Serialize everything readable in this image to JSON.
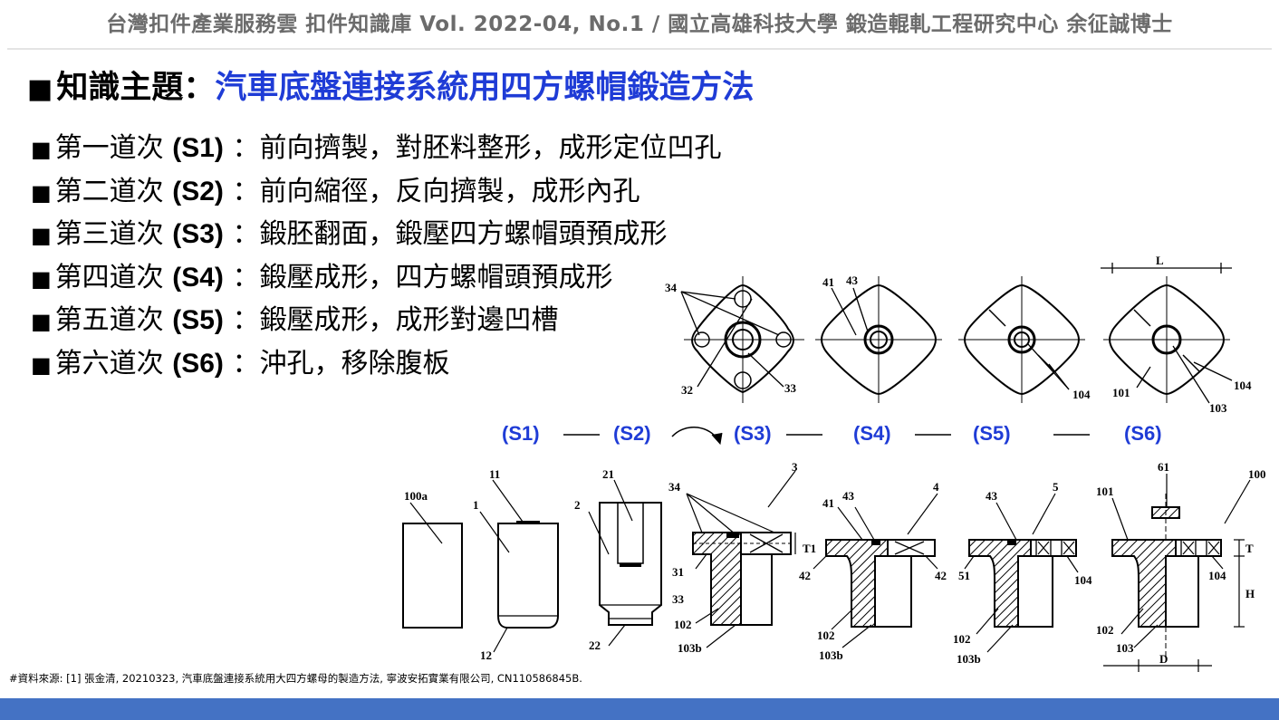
{
  "header": {
    "text": "台灣扣件產業服務雲 扣件知識庫 Vol. 2022-04, No.1  /  國立高雄科技大學  鍛造輥軋工程研究中心  余征誠博士"
  },
  "topic": {
    "bullet": "■",
    "prefix": "知識主題：",
    "highlight": "汽車底盤連接系統用四方螺帽鍛造方法"
  },
  "steps": [
    {
      "bullet": "■",
      "name": "第一道次",
      "code": "(S1)",
      "desc": "：前向擠製，對胚料整形，成形定位凹孔"
    },
    {
      "bullet": "■",
      "name": "第二道次",
      "code": "(S2)",
      "desc": "：前向縮徑，反向擠製，成形內孔"
    },
    {
      "bullet": "■",
      "name": "第三道次",
      "code": "(S3)",
      "desc": "：鍛胚翻面，鍛壓四方螺帽頭預成形"
    },
    {
      "bullet": "■",
      "name": "第四道次",
      "code": "(S4)",
      "desc": "：鍛壓成形，四方螺帽頭預成形"
    },
    {
      "bullet": "■",
      "name": "第五道次",
      "code": "(S5)",
      "desc": "：鍛壓成形，成形對邊凹槽"
    },
    {
      "bullet": "■",
      "name": "第六道次",
      "code": "(S6)",
      "desc": "：沖孔，移除腹板"
    }
  ],
  "diagram": {
    "step_labels": [
      "(S1)",
      "(S2)",
      "(S3)",
      "(S4)",
      "(S5)",
      "(S6)"
    ],
    "top_labels": {
      "s3_34": "34",
      "s3_32": "32",
      "s3_33": "33",
      "s4_41": "41",
      "s4_43": "43",
      "s5_104": "104",
      "s6_L": "L",
      "s6_101": "101",
      "s6_103": "103",
      "s6_104": "104"
    },
    "bottom_labels": {
      "s1_100a": "100a",
      "s1b_11": "11",
      "s1b_1": "1",
      "s1b_12": "12",
      "s2_21": "21",
      "s2_2": "2",
      "s2_22": "22",
      "s3_34": "34",
      "s3_3": "3",
      "s3_T1": "T1",
      "s3_31": "31",
      "s3_33": "33",
      "s3_102": "102",
      "s3_103b": "103b",
      "s4_41": "41",
      "s4_43": "43",
      "s4_4": "4",
      "s4_42a": "42",
      "s4_42b": "42",
      "s4_102": "102",
      "s4_103b": "103b",
      "s5_43": "43",
      "s5_5": "5",
      "s5_51": "51",
      "s5_104": "104",
      "s5_102": "102",
      "s5_103b": "103b",
      "s6_61": "61",
      "s6_101": "101",
      "s6_100": "100",
      "s6_T": "T",
      "s6_H": "H",
      "s6_104": "104",
      "s6_102": "102",
      "s6_103": "103",
      "s6_D": "D"
    }
  },
  "source": "#資料來源: [1] 張金清, 20210323, 汽車底盤連接系統用大四方螺母的製造方法, 寧波安拓實業有限公司, CN110586845B.",
  "colors": {
    "accent": "#1f3cd6",
    "header_text": "#6b6b6b",
    "bottom_bar": "#4472c4"
  }
}
